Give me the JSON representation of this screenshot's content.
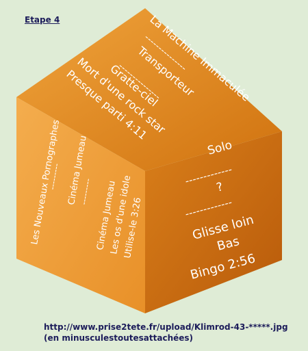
{
  "step": "Etape 4",
  "top_face": {
    "title": "La Machine Immaculée",
    "sep1": "---------------",
    "track1": "Transporteur",
    "sep2": "---------------",
    "track2": "Gratte-ciel",
    "track3": "Mort d'une rock star",
    "track4": "Presque parti 4:11"
  },
  "left_face": {
    "title": "Les Nouveaux Pornographes",
    "sep1": "---------",
    "track1": "Cinéma Jumeau",
    "sep2": "---------",
    "track2": "Cinéma Jumeau",
    "track3": "Les os d'une idole",
    "track4": "Utilise-le 3:26"
  },
  "right_face": {
    "title": "Solo",
    "sep1": "-------------",
    "q": "?",
    "sep2": "-------------",
    "line1": "Glisse loin",
    "line2": "Bas",
    "line3": "Bingo 2:56"
  },
  "footer": {
    "url": "http://www.prise2tete.fr/upload/Klimrod-43-*****.jpg",
    "note": "(en minusculestoutesattachées)"
  },
  "colors": {
    "background": "#dfecd6",
    "face_top": "#e08a17",
    "face_left": "#f2a43a",
    "face_right": "#c9680e"
  }
}
